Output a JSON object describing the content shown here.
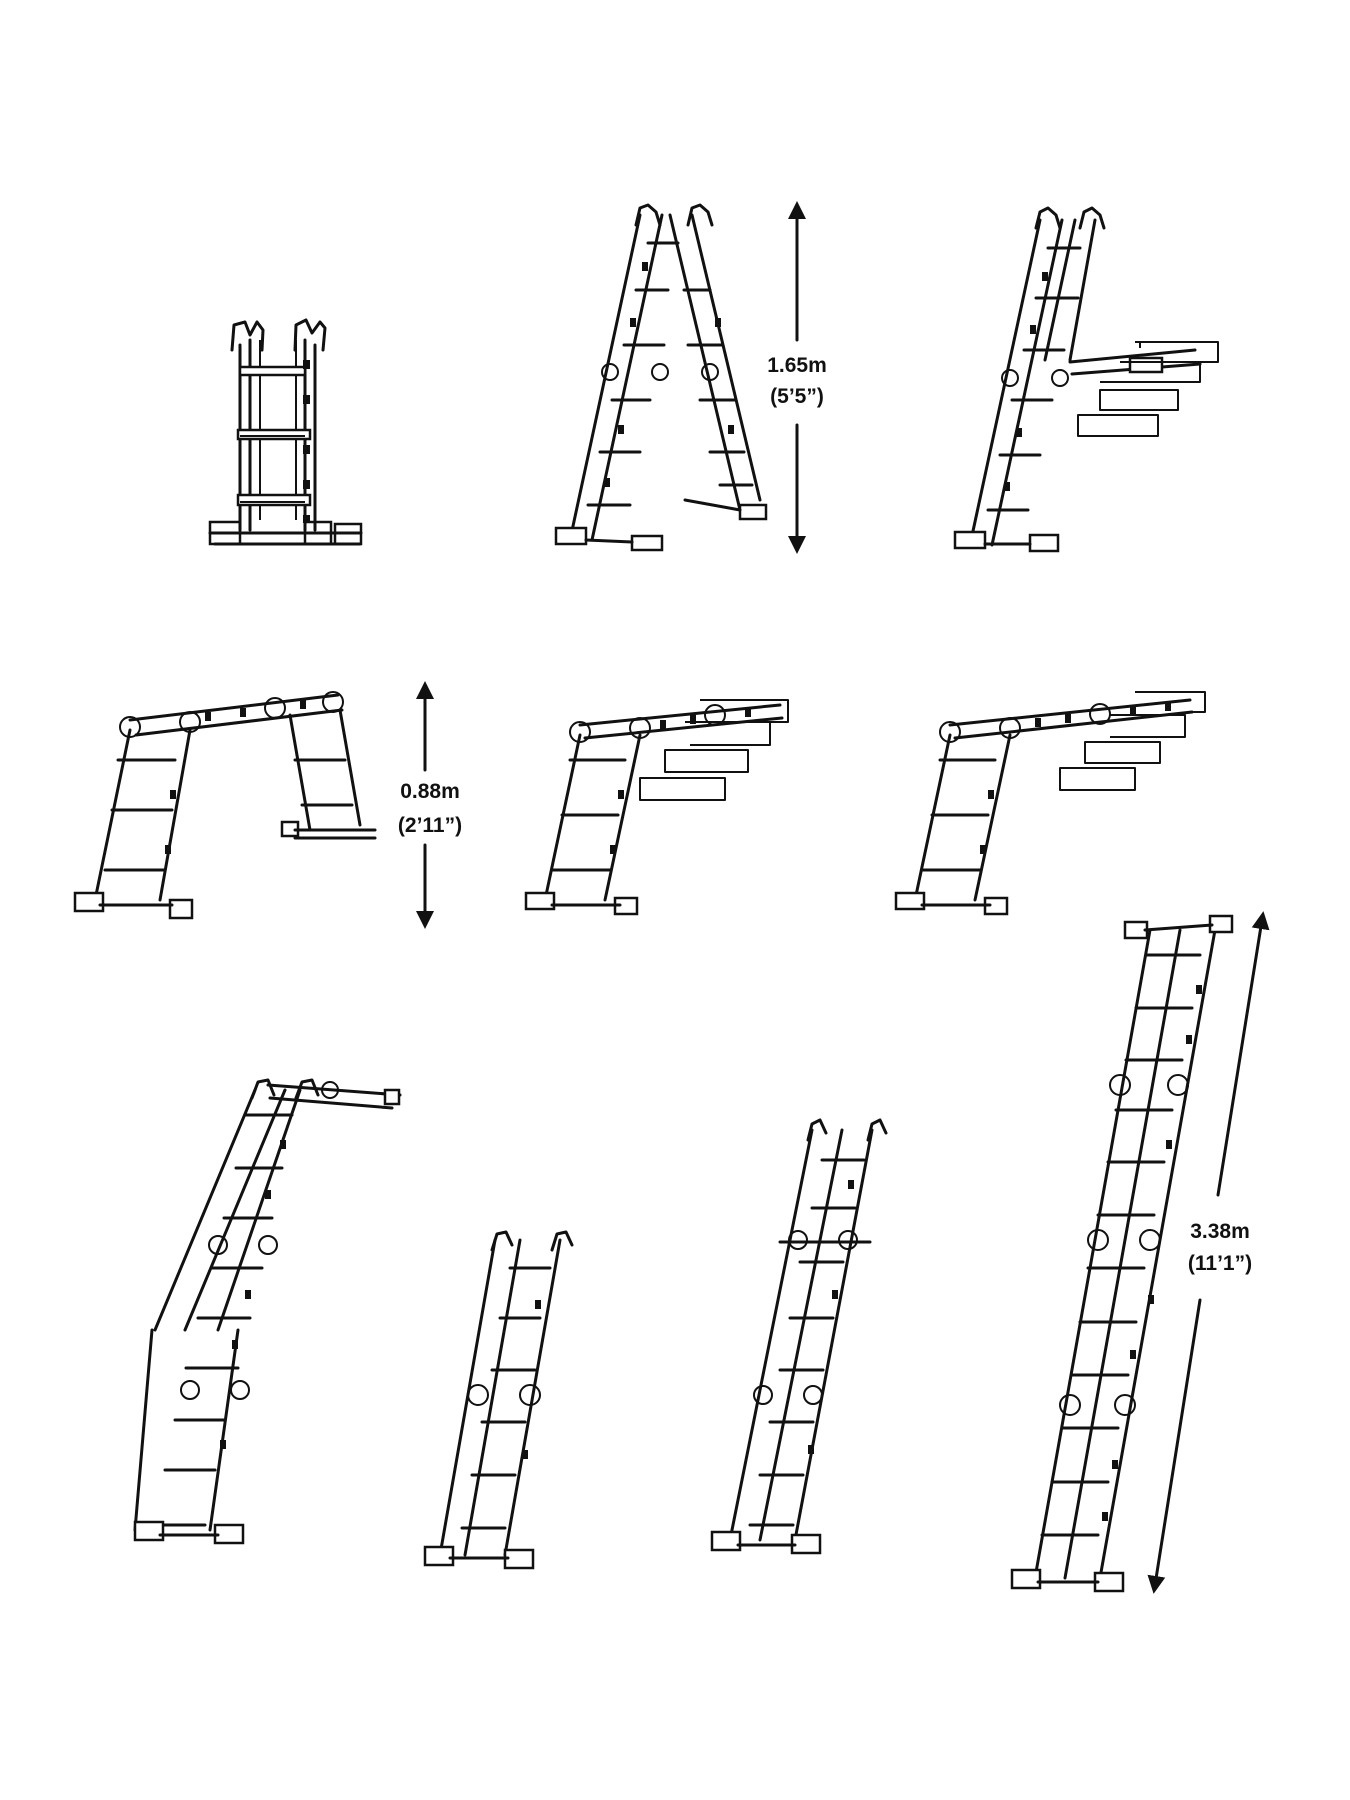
{
  "dimensions": {
    "a_frame_height": {
      "metric": "1.65m",
      "imperial": "(5’5”)"
    },
    "scaffold_height": {
      "metric": "0.88m",
      "imperial": "(2’11”)"
    },
    "extension_height": {
      "metric": "3.38m",
      "imperial": "(11’1”)"
    }
  },
  "colors": {
    "line": "#111111",
    "background": "#ffffff"
  }
}
